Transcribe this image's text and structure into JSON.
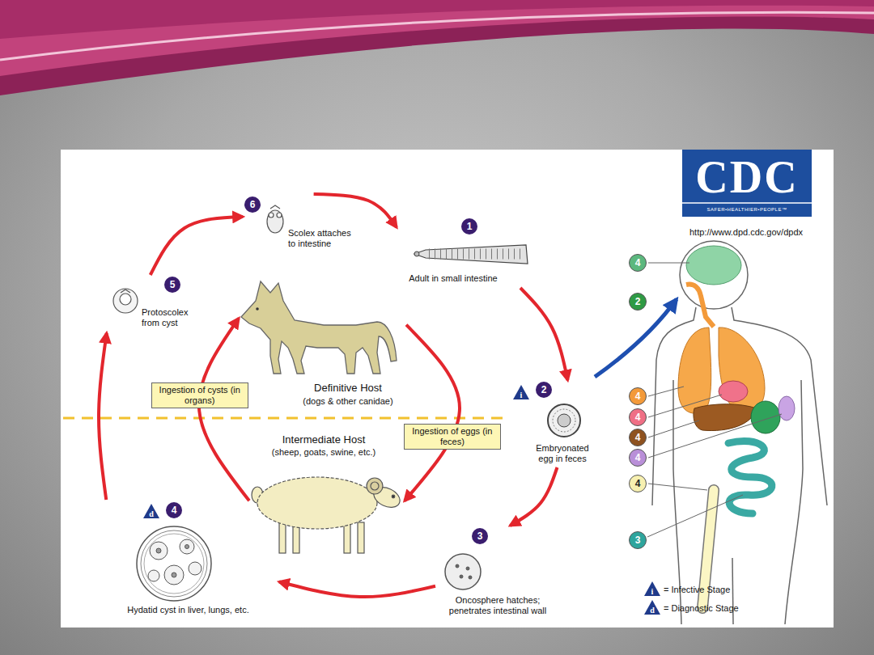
{
  "diagram": {
    "nodes": [
      {
        "text": [
          "6",
          "Scolex attaches to intestine"
        ]
      },
      {
        "text": [
          "1",
          "Adult in small intestine"
        ]
      },
      {
        "text": [
          "5",
          "Protoscolex from cyst"
        ]
      },
      {
        "text": [
          "Definitive Host",
          "(dogs & other canidae)"
        ]
      },
      {
        "text": [
          "2",
          "Embryonated egg in feces"
        ]
      },
      {
        "text": [
          "Intermediate Host",
          "(sheep, goats, swine, etc.)"
        ]
      },
      {
        "text": [
          "3",
          "Oncosphere hatches; penetrates intestinal wall"
        ]
      },
      {
        "text": [
          "4",
          "Hydatid cyst in liver, lungs, etc."
        ]
      },
      {
        "text": [
          "4"
        ]
      },
      {
        "text": [
          "2"
        ]
      },
      {
        "text": [
          "4"
        ]
      },
      {
        "text": [
          "4"
        ]
      },
      {
        "text": [
          "4"
        ]
      },
      {
        "text": [
          "4"
        ]
      },
      {
        "text": [
          "4"
        ]
      },
      {
        "text": [
          "3"
        ]
      }
    ],
    "edges": [
      {
        "from": 0,
        "to": 1,
        "arrow": "to"
      },
      {
        "from": 1,
        "to": 4,
        "arrow": "to"
      },
      {
        "from": 4,
        "to": 6,
        "arrow": "to"
      },
      {
        "from": 6,
        "to": 7,
        "arrow": "to"
      },
      {
        "from": 7,
        "to": 2,
        "arrow": "to"
      },
      {
        "from": 2,
        "to": 0,
        "arrow": "to"
      },
      {
        "from": 5,
        "to": 3,
        "label": "Ingestion of cysts (in organs)",
        "arrow": "to"
      },
      {
        "from": 3,
        "to": 5,
        "label": "Ingestion of eggs (in feces)",
        "arrow": "to"
      }
    ],
    "labels": [
      "i",
      "d",
      "CDC",
      "SAFER•HEALTHIER•PEOPLE™",
      "http://www.dpd.cdc.gov/dpdx",
      "i",
      "d"
    ],
    "legend": [
      {
        "text": "= Infective Stage"
      },
      {
        "text": "= Diagnostic Stage"
      }
    ]
  }
}
